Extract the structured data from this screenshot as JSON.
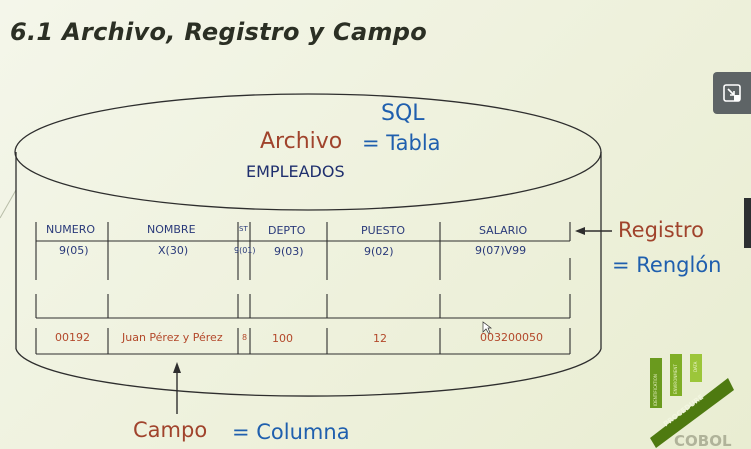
{
  "slide": {
    "title": "6.1  Archivo, Registro y Campo",
    "sql": "SQL",
    "archivo": "Archivo",
    "eq_tabla": "= Tabla",
    "table_name": "EMPLEADOS",
    "registro": "Registro",
    "eq_renglon": "= Renglón",
    "campo": "Campo",
    "eq_columna": "= Columna"
  },
  "record": {
    "headers": [
      "NUMERO",
      "NOMBRE",
      "ST",
      "DEPTO",
      "PUESTO",
      "SALARIO"
    ],
    "pictures": [
      "9(05)",
      "X(30)",
      "9(01)",
      "9(03)",
      "9(02)",
      "9(07)V99"
    ],
    "values": [
      "00192",
      "Juan Pérez y Pérez",
      "8",
      "100",
      "12",
      "003200050"
    ]
  },
  "logo": {
    "bars": [
      "IDENTIFICATION",
      "ENVIRONMENT",
      "DATA"
    ],
    "banner": "PROCEDURE",
    "wordmark": "COBOL"
  },
  "colors": {
    "accent_brown": "#a0432c",
    "accent_blue": "#1f5fae",
    "logo_green": "#6a9a1e"
  },
  "icons": {
    "exit_fullscreen": "exit-fullscreen-icon"
  }
}
